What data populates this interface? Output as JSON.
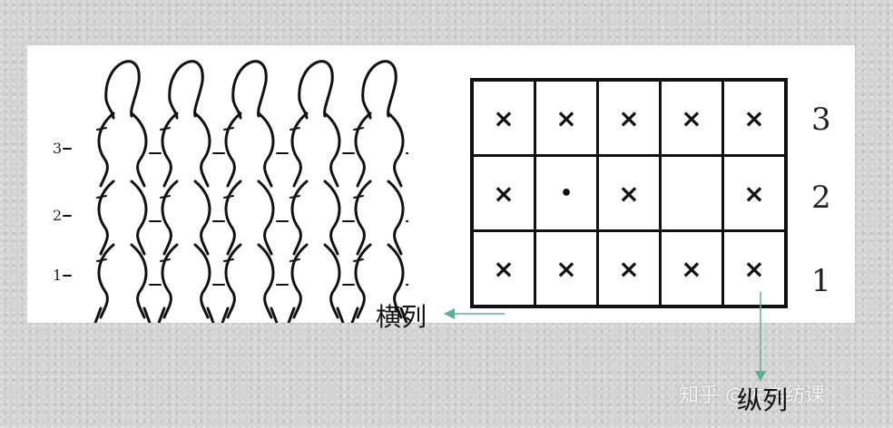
{
  "knit_diagram": {
    "row_labels": [
      "3",
      "2",
      "1"
    ]
  },
  "grid": {
    "row_labels": [
      "3",
      "2",
      "1"
    ],
    "rows": [
      [
        "×",
        "×",
        "×",
        "×",
        "×"
      ],
      [
        "×",
        "•",
        "×",
        "",
        "×"
      ],
      [
        "×",
        "×",
        "×",
        "×",
        "×"
      ]
    ]
  },
  "labels": {
    "course": "横列",
    "wale": "纵列"
  },
  "watermark": "知乎 @佐佛纺课",
  "colors": {
    "arrow": "#5fae93",
    "panel": "#ffffff",
    "ink": "#111111"
  }
}
